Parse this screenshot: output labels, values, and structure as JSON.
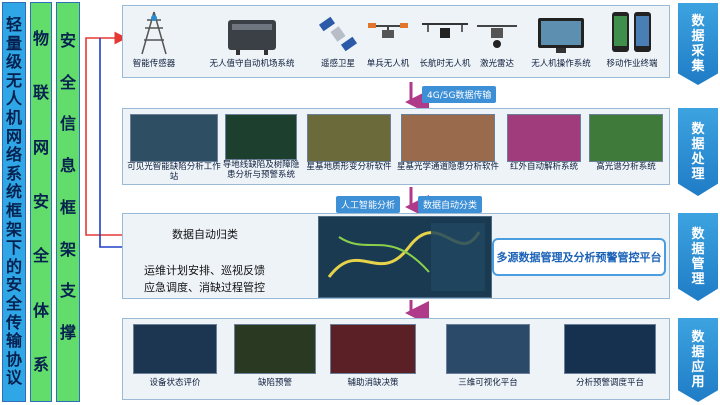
{
  "left_columns": {
    "col1": "轻量级无人机网络系统框架下的安全传输协议",
    "col2": "物联网安全体系",
    "col3": "安全信息框架支撑"
  },
  "stages": [
    "数据采集",
    "数据处理",
    "数据管理",
    "数据应用"
  ],
  "acquisition": [
    {
      "label": "智能传感器",
      "icon": "tower-sensor-icon"
    },
    {
      "label": "无人值守自动机场系统",
      "icon": "auto-hangar-icon"
    },
    {
      "label": "遥感卫星",
      "icon": "satellite-icon"
    },
    {
      "label": "单兵无人机",
      "icon": "drone-icon"
    },
    {
      "label": "长航时无人机",
      "icon": "long-endurance-drone-icon"
    },
    {
      "label": "激光雷达",
      "icon": "lidar-icon"
    },
    {
      "label": "无人机操作系统",
      "icon": "operation-monitor-icon"
    },
    {
      "label": "移动作业终端",
      "icon": "mobile-terminal-icon"
    }
  ],
  "transmission_label": "4G/5G数据传输",
  "processing": [
    {
      "label": "可见光智能缺陷分析工作站",
      "color": "#2e4f63"
    },
    {
      "label": "导地线缺陷及树障隐患分析与预警系统",
      "color": "#1d3f2e"
    },
    {
      "label": "星基地质形变分析软件",
      "color": "#6b6a3a"
    },
    {
      "label": "星基光学通道隐患分析软件",
      "color": "#9a6a4d"
    },
    {
      "label": "红外自动解析系统",
      "color": "#a03c7c"
    },
    {
      "label": "高光谱分析系统",
      "color": "#3f7a3a"
    }
  ],
  "management": {
    "ai_badge": "人工智能分析",
    "classify_badge": "数据自动分类",
    "archive_text": "数据自动归类",
    "ops_line1": "运维计划安排、巡视反馈",
    "ops_line2": "应急调度、消缺过程管控",
    "platform": "多源数据管理及分析预警管控平台"
  },
  "applications": [
    {
      "label": "设备状态评价",
      "color": "#1c3550"
    },
    {
      "label": "缺陷预警",
      "color": "#2a3a22"
    },
    {
      "label": "辅助消缺决策",
      "color": "#5a2026"
    },
    {
      "label": "三维可视化平台",
      "color": "#2b4a6a"
    },
    {
      "label": "分析预警调度平台",
      "color": "#16304f"
    }
  ],
  "colors": {
    "arrow": "#b03a8a",
    "feedback_red": "#e53935",
    "feedback_blue": "#1e40c8"
  }
}
